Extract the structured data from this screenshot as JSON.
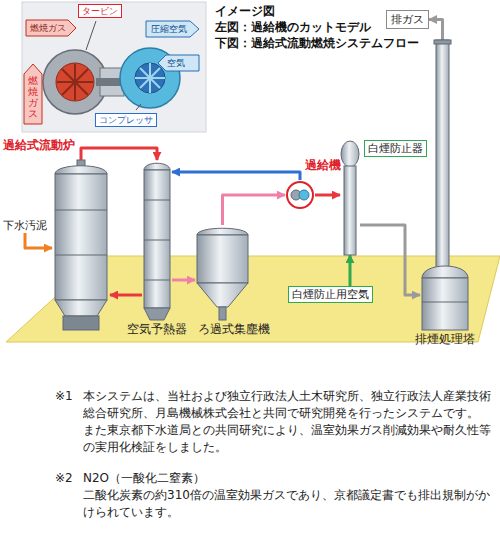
{
  "diagram": {
    "title": "イメージ図",
    "nodes": [
      {
        "text": [
          "タービン"
        ]
      },
      {
        "text": [
          "コンプレッサ"
        ]
      },
      {
        "text": [
          "排ガス"
        ]
      },
      {
        "text": [
          "過給式流動炉"
        ]
      },
      {
        "text": [
          "過給機"
        ]
      },
      {
        "text": [
          "白煙防止器"
        ]
      },
      {
        "text": [
          "下水汚泥"
        ]
      },
      {
        "text": [
          "白煙防止用空気"
        ]
      },
      {
        "text": [
          "空気予熱器"
        ]
      },
      {
        "text": [
          "ろ過式集塵機"
        ]
      },
      {
        "text": [
          "排煙処理塔"
        ]
      }
    ],
    "edges": [
      {
        "from": 6,
        "to": 3,
        "arrow": "to"
      },
      {
        "from": 3,
        "to": 8,
        "arrow": "to"
      },
      {
        "from": 8,
        "to": 9,
        "arrow": "to"
      },
      {
        "from": 9,
        "to": 4,
        "arrow": "to"
      },
      {
        "from": 4,
        "to": 5,
        "arrow": "to"
      },
      {
        "from": 5,
        "to": 10,
        "arrow": "to"
      },
      {
        "from": 10,
        "to": 2,
        "arrow": "to"
      },
      {
        "from": 4,
        "to": 8,
        "arrow": "to"
      },
      {
        "from": 8,
        "to": 3,
        "arrow": "to"
      },
      {
        "from": 7,
        "to": 5,
        "arrow": "to"
      }
    ],
    "labels": [
      "左図：過給機のカットモデル",
      "下図：過給式流動燃焼システムフロー",
      "燃焼ガス",
      "圧縮空気",
      "空気",
      "燃焼ガス",
      "※1",
      "本システムは、当社および独立行政法人土木研究所、独立行政法人産業技術総合研究所、月島機械株式会社と共同で研究開発を行ったシステムです。",
      "また東京都下水道局との共同研究により、温室効果ガス削減効果や耐久性等の実用化検証をしました。",
      "※2",
      "N2O（一酸化二窒素）",
      "二酸化炭素の約310倍の温室効果ガスであり、京都議定書でも排出規制がかけられています。"
    ]
  }
}
